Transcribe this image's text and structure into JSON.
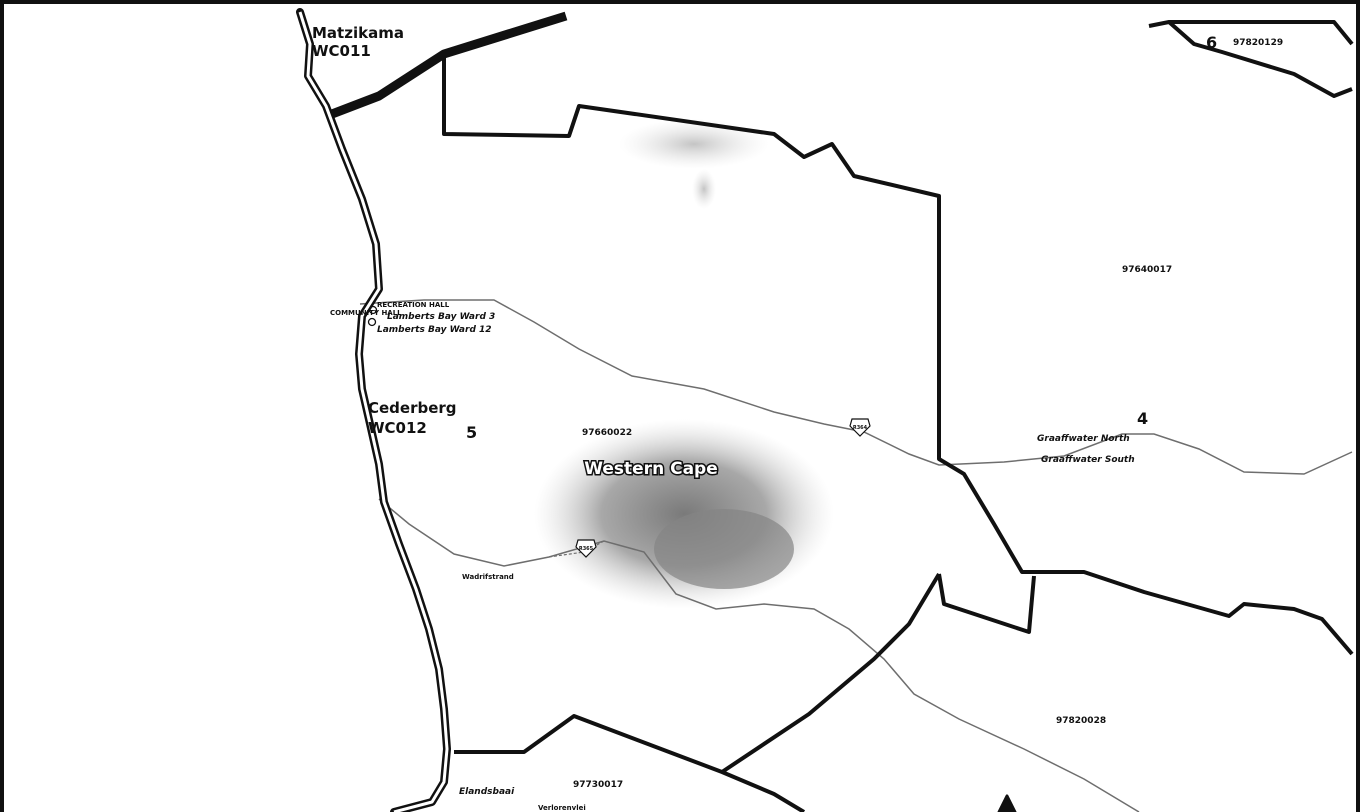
{
  "municipalities": [
    {
      "name": "Matzikama",
      "code": "WC011"
    },
    {
      "name": "Cederberg",
      "code": "WC012"
    }
  ],
  "province": "Western Cape",
  "wards": [
    "5",
    "4",
    "6"
  ],
  "voting_districts": [
    "97660022",
    "97640017",
    "97820129",
    "97820028",
    "97730017"
  ],
  "places": {
    "recreation_hall": "RECREATION HALL",
    "community_hall": "COMMUNITY HALL",
    "lamberts_bay_ward_3": "Lamberts Bay Ward 3",
    "lamberts_bay_ward_12": "Lamberts Bay Ward 12",
    "graaffwater_north": "Graaffwater North",
    "graaffwater_south": "Graaffwater South",
    "elandsbaai": "Elandsbaai",
    "wadrif": "Wadrifstrand",
    "verloren": "Verlorenvlei"
  },
  "road_shields": [
    "R364",
    "R365"
  ],
  "colors": {
    "boundary": "#111111",
    "road": "#6e6e6e",
    "settlement": "#9a9a9a",
    "background": "#ffffff"
  }
}
